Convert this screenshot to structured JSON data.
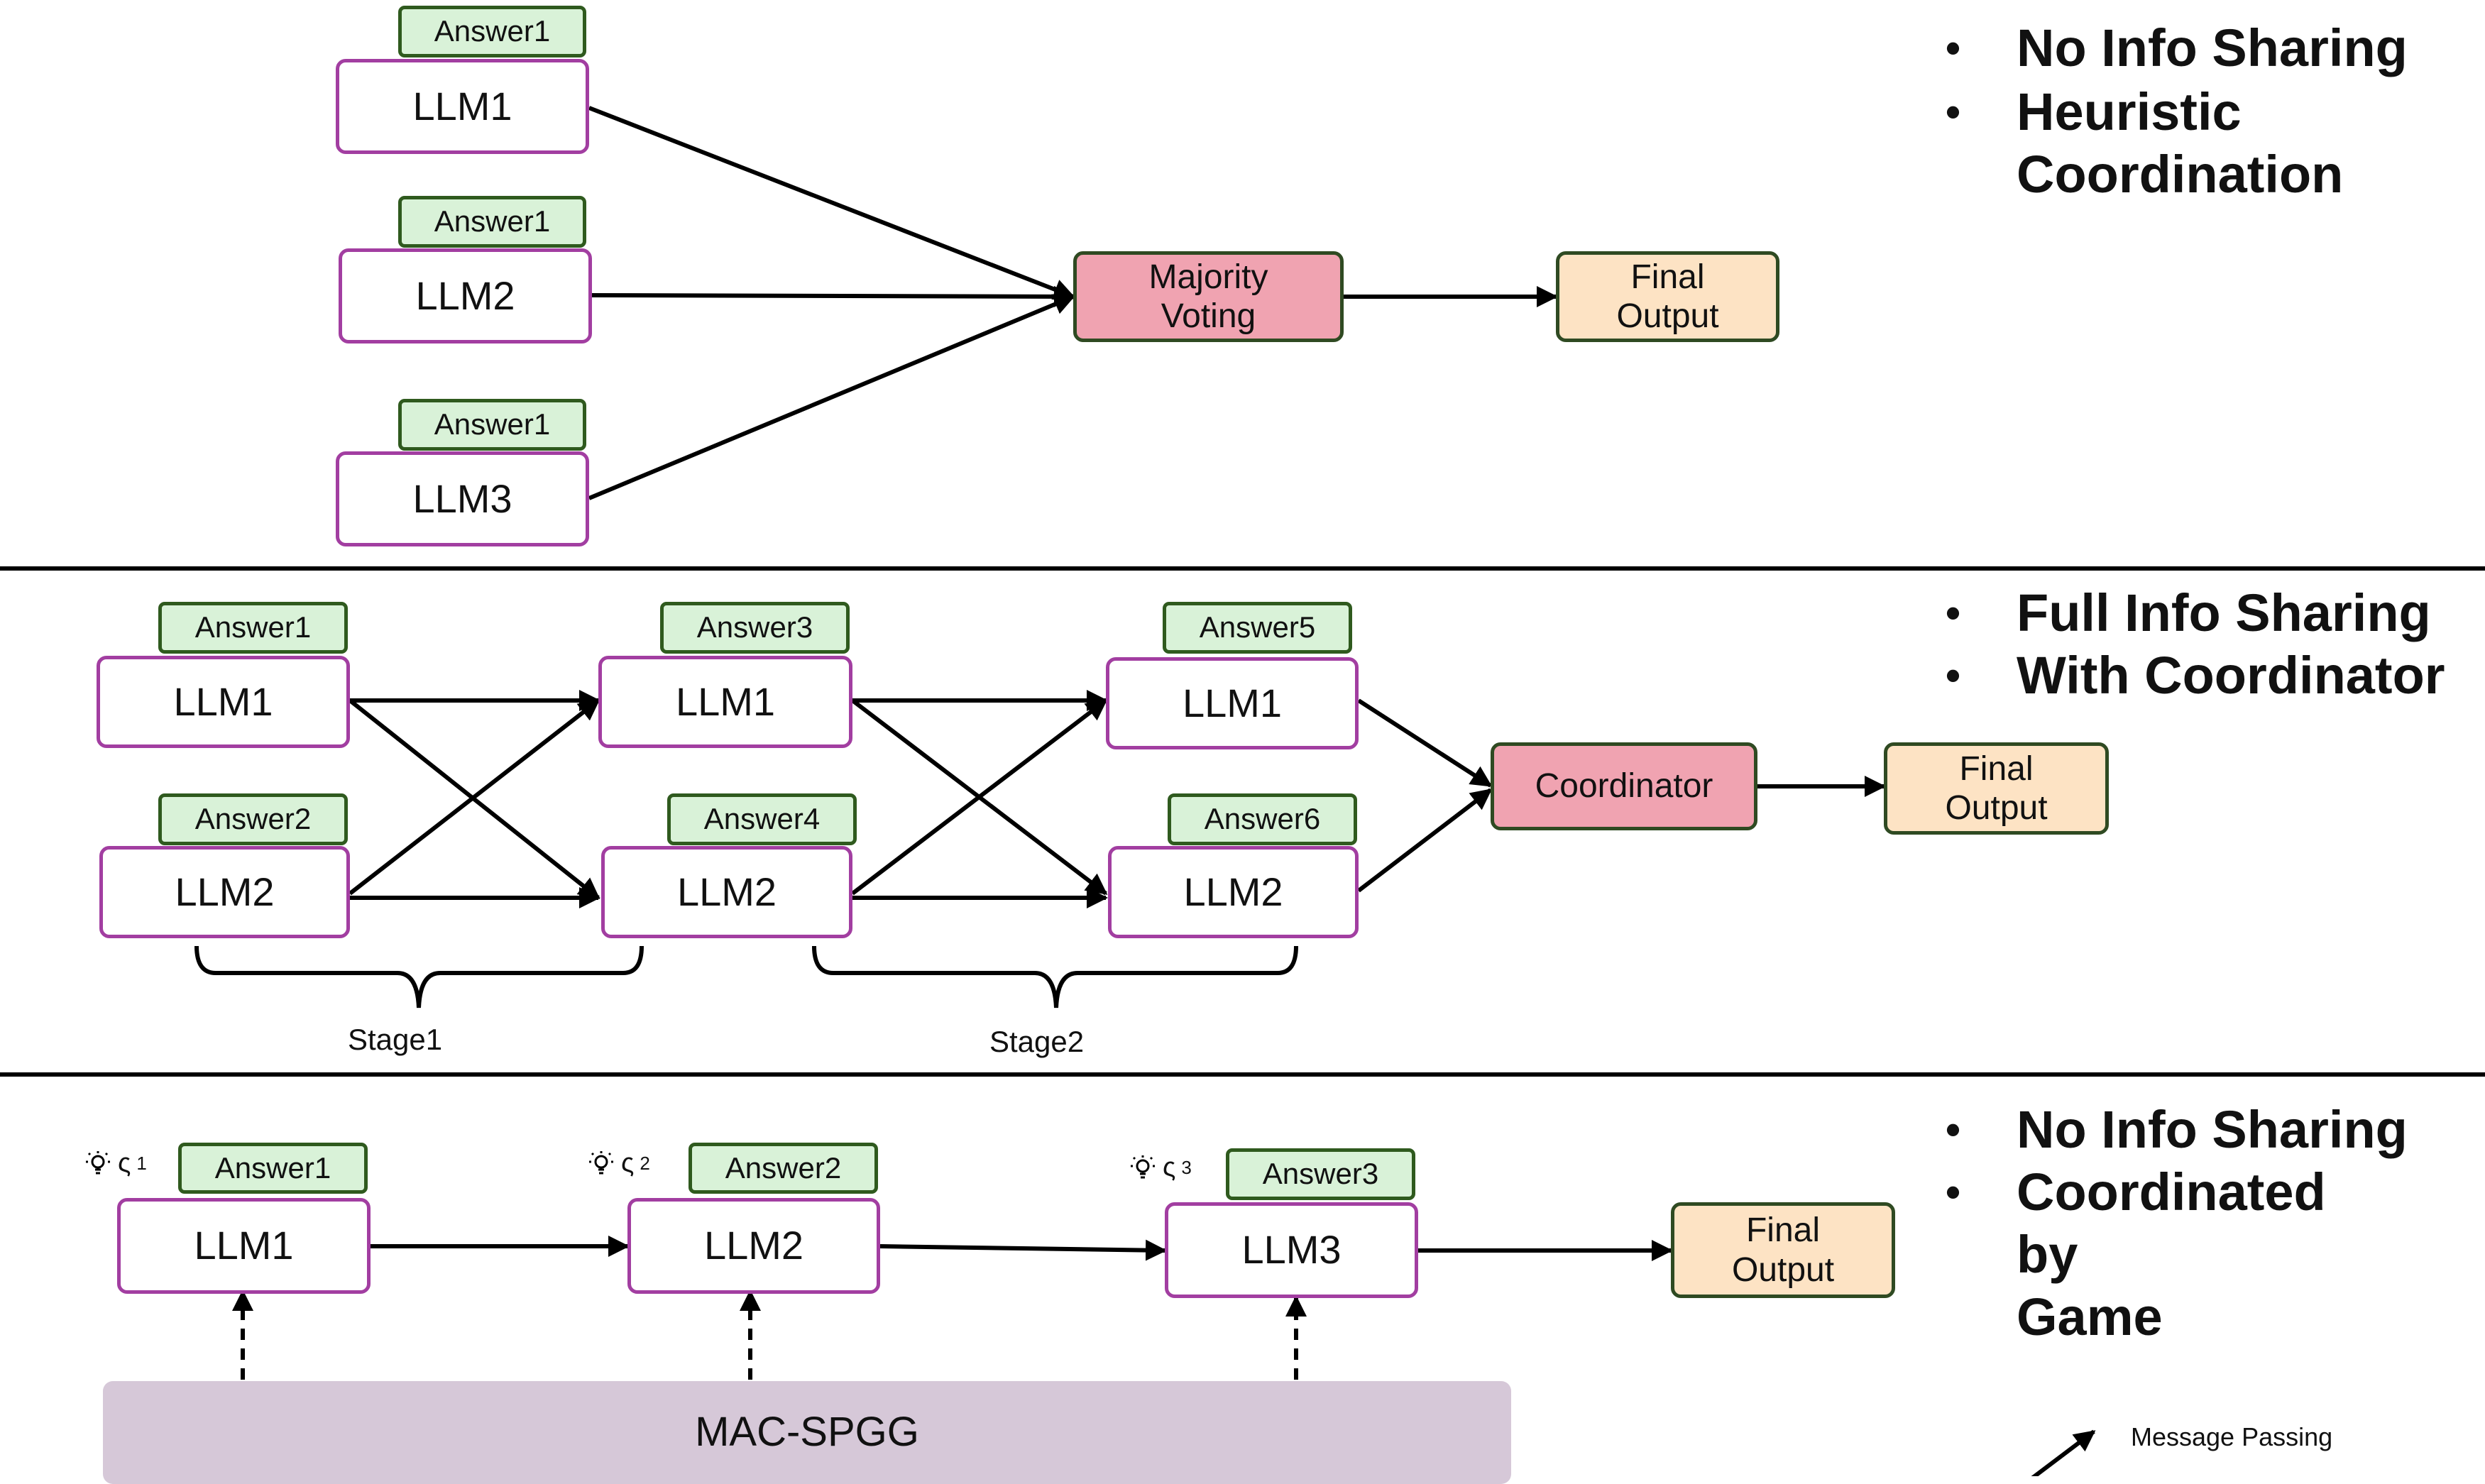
{
  "panel1": {
    "llms": [
      "LLM1",
      "LLM2",
      "LLM3"
    ],
    "answers": [
      "Answer1",
      "Answer1",
      "Answer1"
    ],
    "aggregator": "Majority\nVoting",
    "output": "Final\nOutput",
    "bullets": [
      "No Info Sharing",
      "Heuristic\nCoordination"
    ]
  },
  "panel2": {
    "llms": [
      "LLM1",
      "LLM2",
      "LLM1",
      "LLM2",
      "LLM1",
      "LLM2"
    ],
    "answers": [
      "Answer1",
      "Answer2",
      "Answer3",
      "Answer4",
      "Answer5",
      "Answer6"
    ],
    "stages": [
      "Stage1",
      "Stage2"
    ],
    "aggregator": "Coordinator",
    "output": "Final\nOutput",
    "bullets": [
      "Full Info Sharing",
      "With Coordinator"
    ]
  },
  "panel3": {
    "llms": [
      "LLM1",
      "LLM2",
      "LLM3"
    ],
    "answers": [
      "Answer1",
      "Answer2",
      "Answer3"
    ],
    "strategy_symbol": "ς",
    "strategy_subscripts": [
      "1",
      "2",
      "3"
    ],
    "game": "MAC-SPGG",
    "output": "Final\nOutput",
    "bullets": [
      "No Info Sharing",
      "Coordinated by\nGame"
    ]
  },
  "legend": {
    "label": "Message Passing"
  },
  "icons": {
    "strategy": "lightbulb-icon",
    "bullet": "•"
  },
  "colors": {
    "llm_border": "#a23ea1",
    "answer_fill": "#d9f2d8",
    "answer_border": "#2f5a1e",
    "aggregator_fill": "#f0a3b1",
    "output_fill": "#fde3c4",
    "game_fill": "#d6c8d8"
  }
}
